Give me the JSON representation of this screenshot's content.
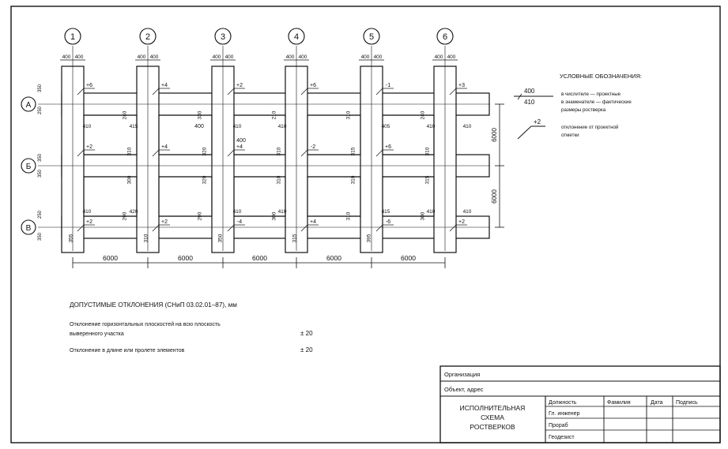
{
  "axes_numbers": [
    "1",
    "2",
    "3",
    "4",
    "5",
    "6"
  ],
  "axes_letters": [
    "А",
    "Б",
    "В"
  ],
  "column_widths": [
    "400",
    "400"
  ],
  "span_dims": [
    "6000",
    "6000",
    "6000",
    "6000",
    "6000"
  ],
  "vertical_dims": [
    "6000",
    "6000"
  ],
  "edge_dims": [
    "350",
    "250",
    "350",
    "350",
    "250",
    "350"
  ],
  "deviations": {
    "top": [
      "+6",
      "+4",
      "+2",
      "+6",
      "-1",
      "+3"
    ],
    "mid": [
      "+2",
      "+4",
      "+4",
      "-2",
      "+6"
    ],
    "bottom": [
      "+2",
      "+2",
      "-4",
      "+4",
      "-6",
      "+2"
    ]
  },
  "beam_values": {
    "row1": [
      "410",
      "415",
      "410",
      "410",
      "405",
      "410",
      "410"
    ],
    "row1_v": [
      "240",
      "330",
      "210",
      "310",
      "240"
    ],
    "row2_v": [
      "310",
      "320",
      "310",
      "315",
      "310"
    ],
    "row3_v": [
      "300",
      "320",
      "310",
      "310",
      "315"
    ],
    "row4": [
      "410",
      "420",
      "410",
      "410",
      "415",
      "410",
      "410"
    ],
    "row4_v": [
      "290",
      "290",
      "300",
      "310",
      "300"
    ],
    "row5_v": [
      "355",
      "310",
      "350",
      "315",
      "395"
    ],
    "mid_label": "400"
  },
  "legend": {
    "title": "УСЛОВНЫЕ ОБОЗНАЧЕНИЯ:",
    "frac_top": "400",
    "frac_bottom": "410",
    "frac_desc_1": "в числителе — проектные",
    "frac_desc_2": "в знаменателе — фактические",
    "frac_desc_3": "размеры ростверка",
    "dev_sign": "+2",
    "dev_desc_1": "отклонение от проектной",
    "dev_desc_2": "отметки"
  },
  "tolerances": {
    "title": "ДОПУСТИМЫЕ ОТКЛОНЕНИЯ (СНиП 03.02.01–87), мм",
    "item1_line1": "Отклонение горизонтальных плоскостей на всю плоскость",
    "item1_line2": "выверенного участка",
    "item1_value": "± 20",
    "item2": "Отклонение в длине или пролете элементов",
    "item2_value": "± 20"
  },
  "title_block": {
    "organization": "Организация",
    "object": "Объект, адрес",
    "doc_title_1": "ИСПОЛНИТЕЛЬНАЯ",
    "doc_title_2": "СХЕМА",
    "doc_title_3": "РОСТВЕРКОВ",
    "col_position": "Должность",
    "col_name": "Фамилия",
    "col_date": "Дата",
    "col_sign": "Подпись",
    "role1": "Гл. инженер",
    "role2": "Прораб",
    "role3": "Геодезист"
  }
}
